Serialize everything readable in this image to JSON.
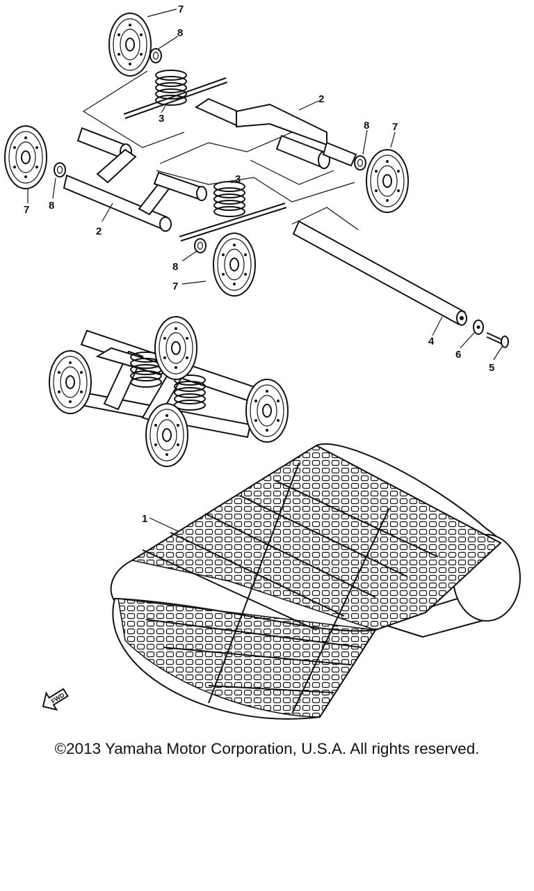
{
  "callouts": {
    "c1": "1",
    "c2a": "2",
    "c2b": "2",
    "c3a": "3",
    "c3b": "3",
    "c4": "4",
    "c5": "5",
    "c6": "6",
    "c7a": "7",
    "c7b": "7",
    "c7c": "7",
    "c7d": "7",
    "c8a": "8",
    "c8b": "8",
    "c8c": "8",
    "c8d": "8"
  },
  "fwd_mark": "FWD",
  "copyright": "©2013 Yamaha Motor Corporation, U.S.A. All rights reserved.",
  "colors": {
    "ink": "#111111",
    "background": "#ffffff"
  }
}
